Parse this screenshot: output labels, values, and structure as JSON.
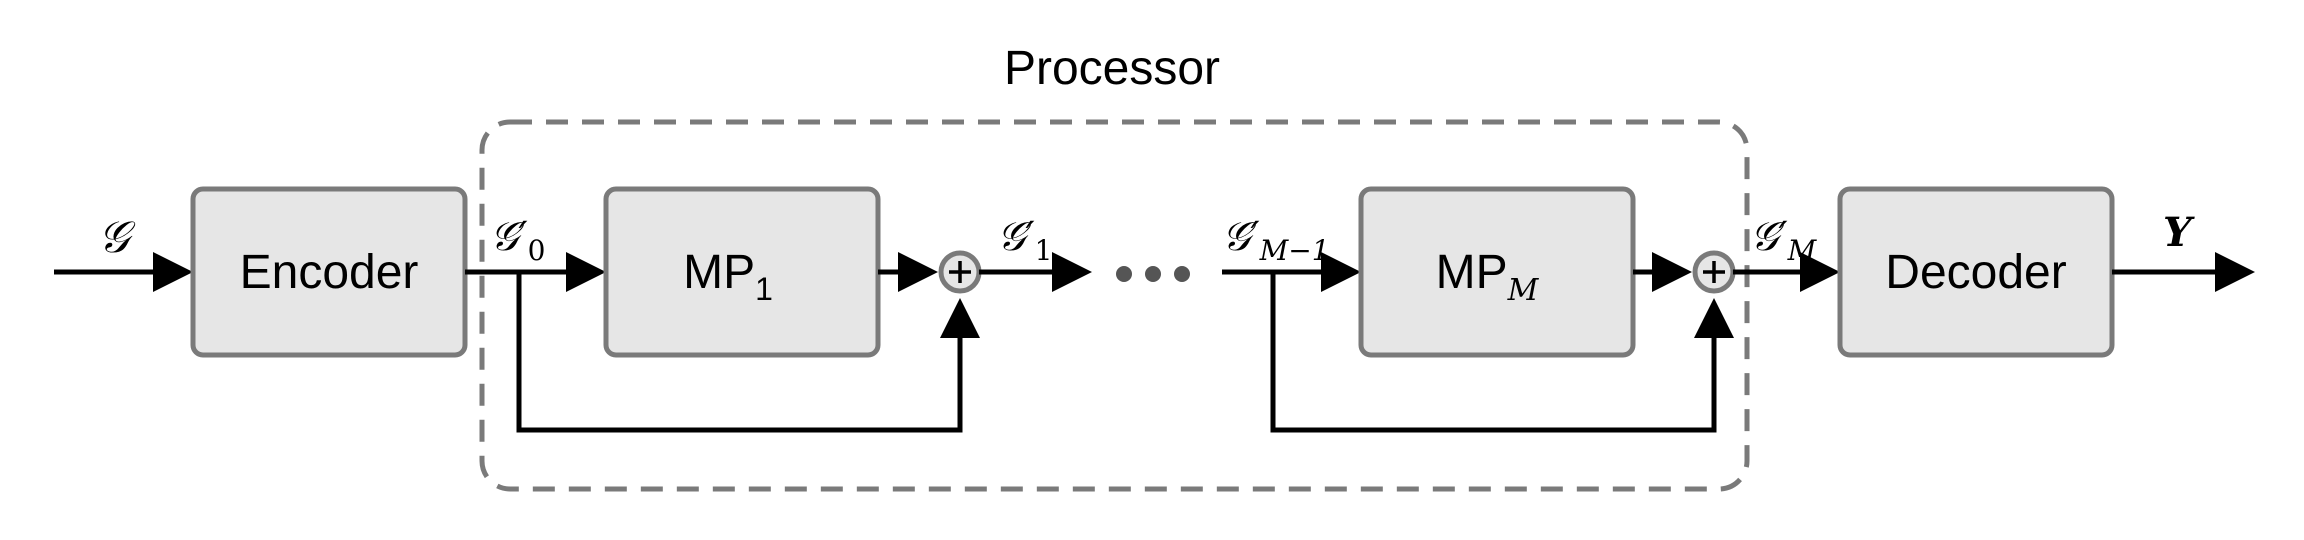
{
  "processor": {
    "title": "Processor"
  },
  "blocks": {
    "encoder": "Encoder",
    "decoder": "Decoder",
    "mp_first": {
      "base": "MP",
      "sub": "1"
    },
    "mp_last": {
      "base": "MP",
      "sub": "M"
    }
  },
  "signals": {
    "input": "𝒢",
    "g0": {
      "base": "𝒢′",
      "sub": "0"
    },
    "g1": {
      "base": "𝒢′",
      "sub": "1"
    },
    "gm_minus_1": {
      "base": "𝒢′",
      "sub": "M−1"
    },
    "gm": {
      "base": "𝒢′",
      "sub": "M"
    },
    "output": "Y"
  },
  "summation_symbol": "+",
  "colors": {
    "block_fill": "#e6e6e6",
    "block_border": "#7a7a7a",
    "wire": "#000000",
    "dots": "#555555"
  }
}
